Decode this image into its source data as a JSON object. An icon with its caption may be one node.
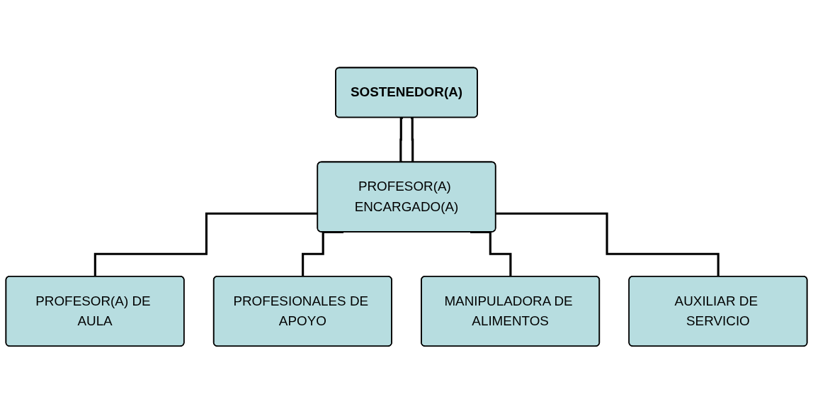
{
  "diagram": {
    "nodes": [
      {
        "text": [
          "SOSTENEDOR(A)"
        ]
      },
      {
        "text": [
          "PROFESOR(A) ENCARGADO(A)"
        ]
      },
      {
        "text": [
          "PROFESOR(A) DE AULA"
        ]
      },
      {
        "text": [
          "PROFESIONALES DE APOYO"
        ]
      },
      {
        "text": [
          "MANIPULADORA DE ALIMENTOS"
        ]
      },
      {
        "text": [
          "AUXILIAR DE SERVICIO"
        ]
      }
    ],
    "edges": [
      {
        "from": 0,
        "to": 1,
        "arrow": "none"
      },
      {
        "from": 0,
        "to": 1,
        "arrow": "none"
      },
      {
        "from": 1,
        "to": 2,
        "arrow": "none"
      },
      {
        "from": 1,
        "to": 3,
        "arrow": "none"
      },
      {
        "from": 1,
        "to": 4,
        "arrow": "none"
      },
      {
        "from": 1,
        "to": 5,
        "arrow": "none"
      }
    ]
  }
}
